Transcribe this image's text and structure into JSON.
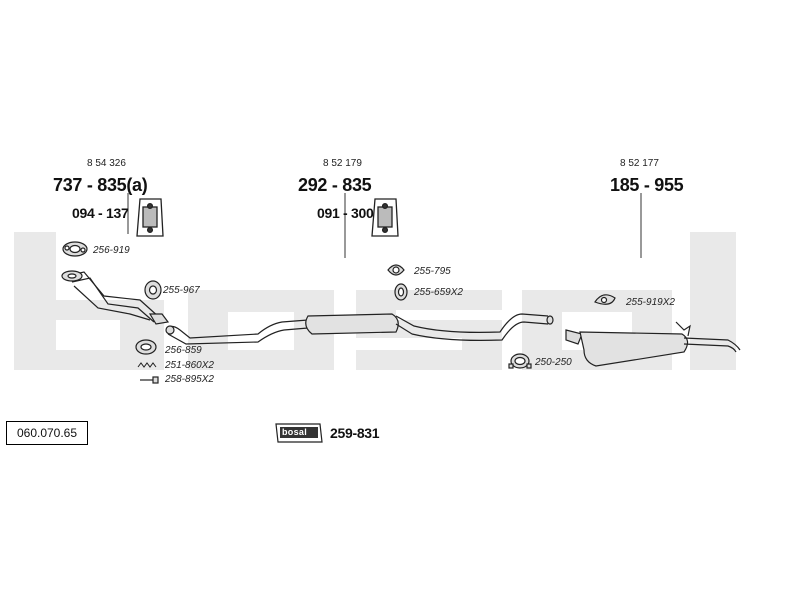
{
  "watermark": "bosal",
  "catalog_number": "060.070.65",
  "groups": [
    {
      "ref": "8 54 326",
      "main": "737 - 835(a)",
      "sub": "094 - 137"
    },
    {
      "ref": "8 52 179",
      "main": "292 - 835",
      "sub": "091 - 300"
    },
    {
      "ref": "8 52 177",
      "main": "185 - 955"
    }
  ],
  "parts": {
    "p1": "256-919",
    "p2": "255-967",
    "p3": "256-859",
    "p4": "251-860X2",
    "p5": "258-895X2",
    "p6": "255-795",
    "p7": "255-659X2",
    "p8": "255-919X2",
    "p9": "250-250"
  },
  "kit": {
    "badge": "bosal",
    "number": "259-831"
  },
  "colors": {
    "line": "#222222",
    "watermark": "#e8e8e8",
    "part_fill": "#dcdcdc"
  }
}
